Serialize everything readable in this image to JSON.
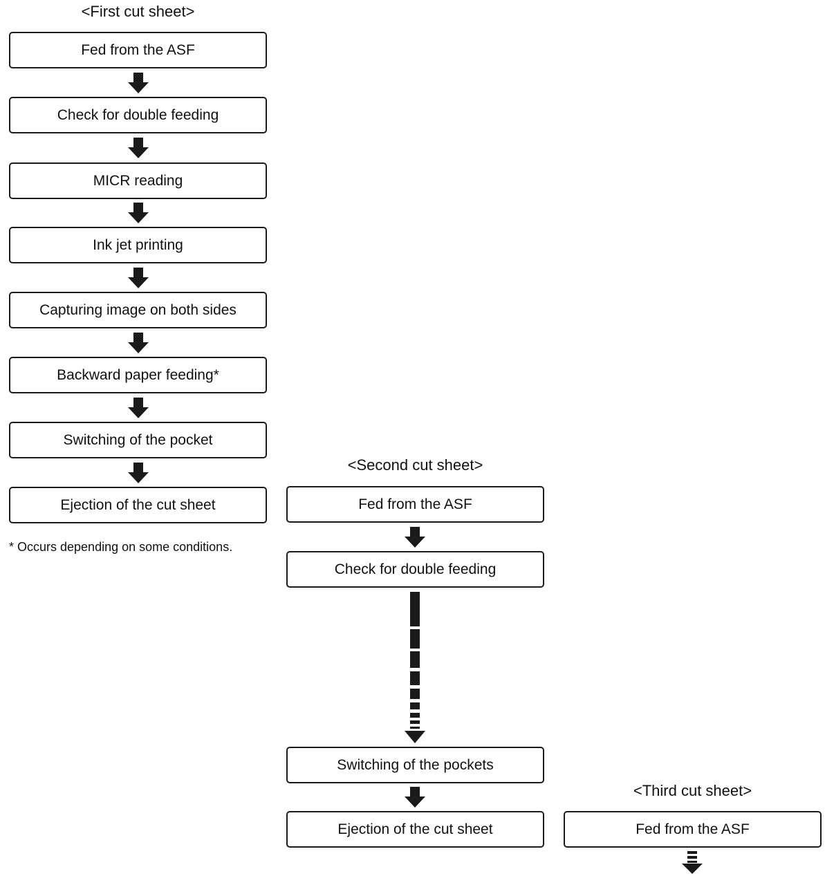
{
  "columns": [
    {
      "title": "<First cut sheet>",
      "steps": [
        "Fed from the ASF",
        "Check for double feeding",
        "MICR reading",
        "Ink jet printing",
        "Capturing image on both sides",
        "Backward paper feeding*",
        "Switching of the pocket",
        "Ejection of the cut sheet"
      ],
      "footnote": "* Occurs depending on some conditions."
    },
    {
      "title": "<Second cut sheet>",
      "steps": [
        "Fed from the ASF",
        "Check for double feeding",
        "Switching of the pockets",
        "Ejection of the cut sheet"
      ]
    },
    {
      "title": "<Third cut sheet>",
      "steps": [
        "Fed from the ASF"
      ]
    }
  ]
}
